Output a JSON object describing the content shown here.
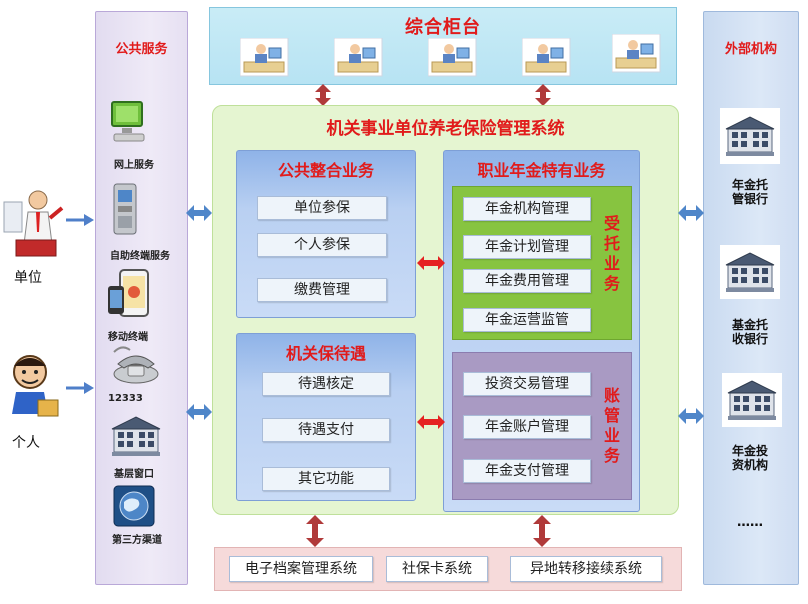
{
  "counter": {
    "title": "综合柜台"
  },
  "main": {
    "title": "机关事业单位养老保险管理系统"
  },
  "public_integration": {
    "title": "公共整合业务",
    "items": [
      "单位参保",
      "个人参保",
      "缴费管理"
    ]
  },
  "agency_treatment": {
    "title": "机关保待遇",
    "items": [
      "待遇核定",
      "待遇支付",
      "其它功能"
    ]
  },
  "occupational_annuity": {
    "title": "职业年金特有业务",
    "trustee": {
      "label": "受托业务",
      "items": [
        "年金机构管理",
        "年金计划管理",
        "年金费用管理",
        "年金运营监管"
      ]
    },
    "account": {
      "label": "账管业务",
      "items": [
        "投资交易管理",
        "年金账户管理",
        "年金支付管理"
      ]
    }
  },
  "public_service": {
    "title": "公共服务",
    "items": [
      "网上服务",
      "自助终端服务",
      "移动终端",
      "12333",
      "基层窗口",
      "第三方渠道"
    ]
  },
  "external": {
    "title": "外部机构",
    "items": [
      "年金托\n管银行",
      "基金托\n收银行",
      "年金投\n资机构"
    ],
    "more": "……"
  },
  "actors": [
    "单位",
    "个人"
  ],
  "bottom": {
    "items": [
      "电子档案管理系统",
      "社保卡系统",
      "异地转移接续系统"
    ]
  }
}
